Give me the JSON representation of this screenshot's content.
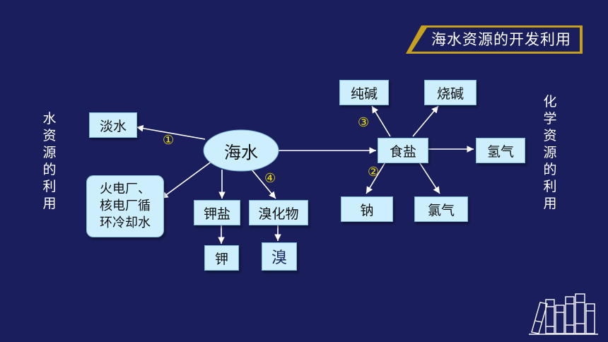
{
  "title": "海水资源的开发利用",
  "left_side_label": "水\n资\n源\n的\n利\n用",
  "right_side_label": "化\n学\n资\n源\n的\n利\n用",
  "nodes": {
    "seawater": "海水",
    "fresh_water": "淡水",
    "power_plant": "火电厂、\n核电厂循\n环冷却水",
    "potassium_salt": "钾盐",
    "potassium": "钾",
    "bromide": "溴化物",
    "bromine": "溴",
    "salt": "食盐",
    "soda_ash": "纯碱",
    "caustic_soda": "烧碱",
    "hydrogen": "氢气",
    "sodium": "钠",
    "chlorine": "氯气"
  },
  "markers": {
    "m1": "①",
    "m2": "②",
    "m3": "③",
    "m4": "④"
  },
  "colors": {
    "background": "#1a1e5c",
    "node_fill": "#cdeefc",
    "marker": "#f2e200",
    "banner": "#c8a020"
  }
}
